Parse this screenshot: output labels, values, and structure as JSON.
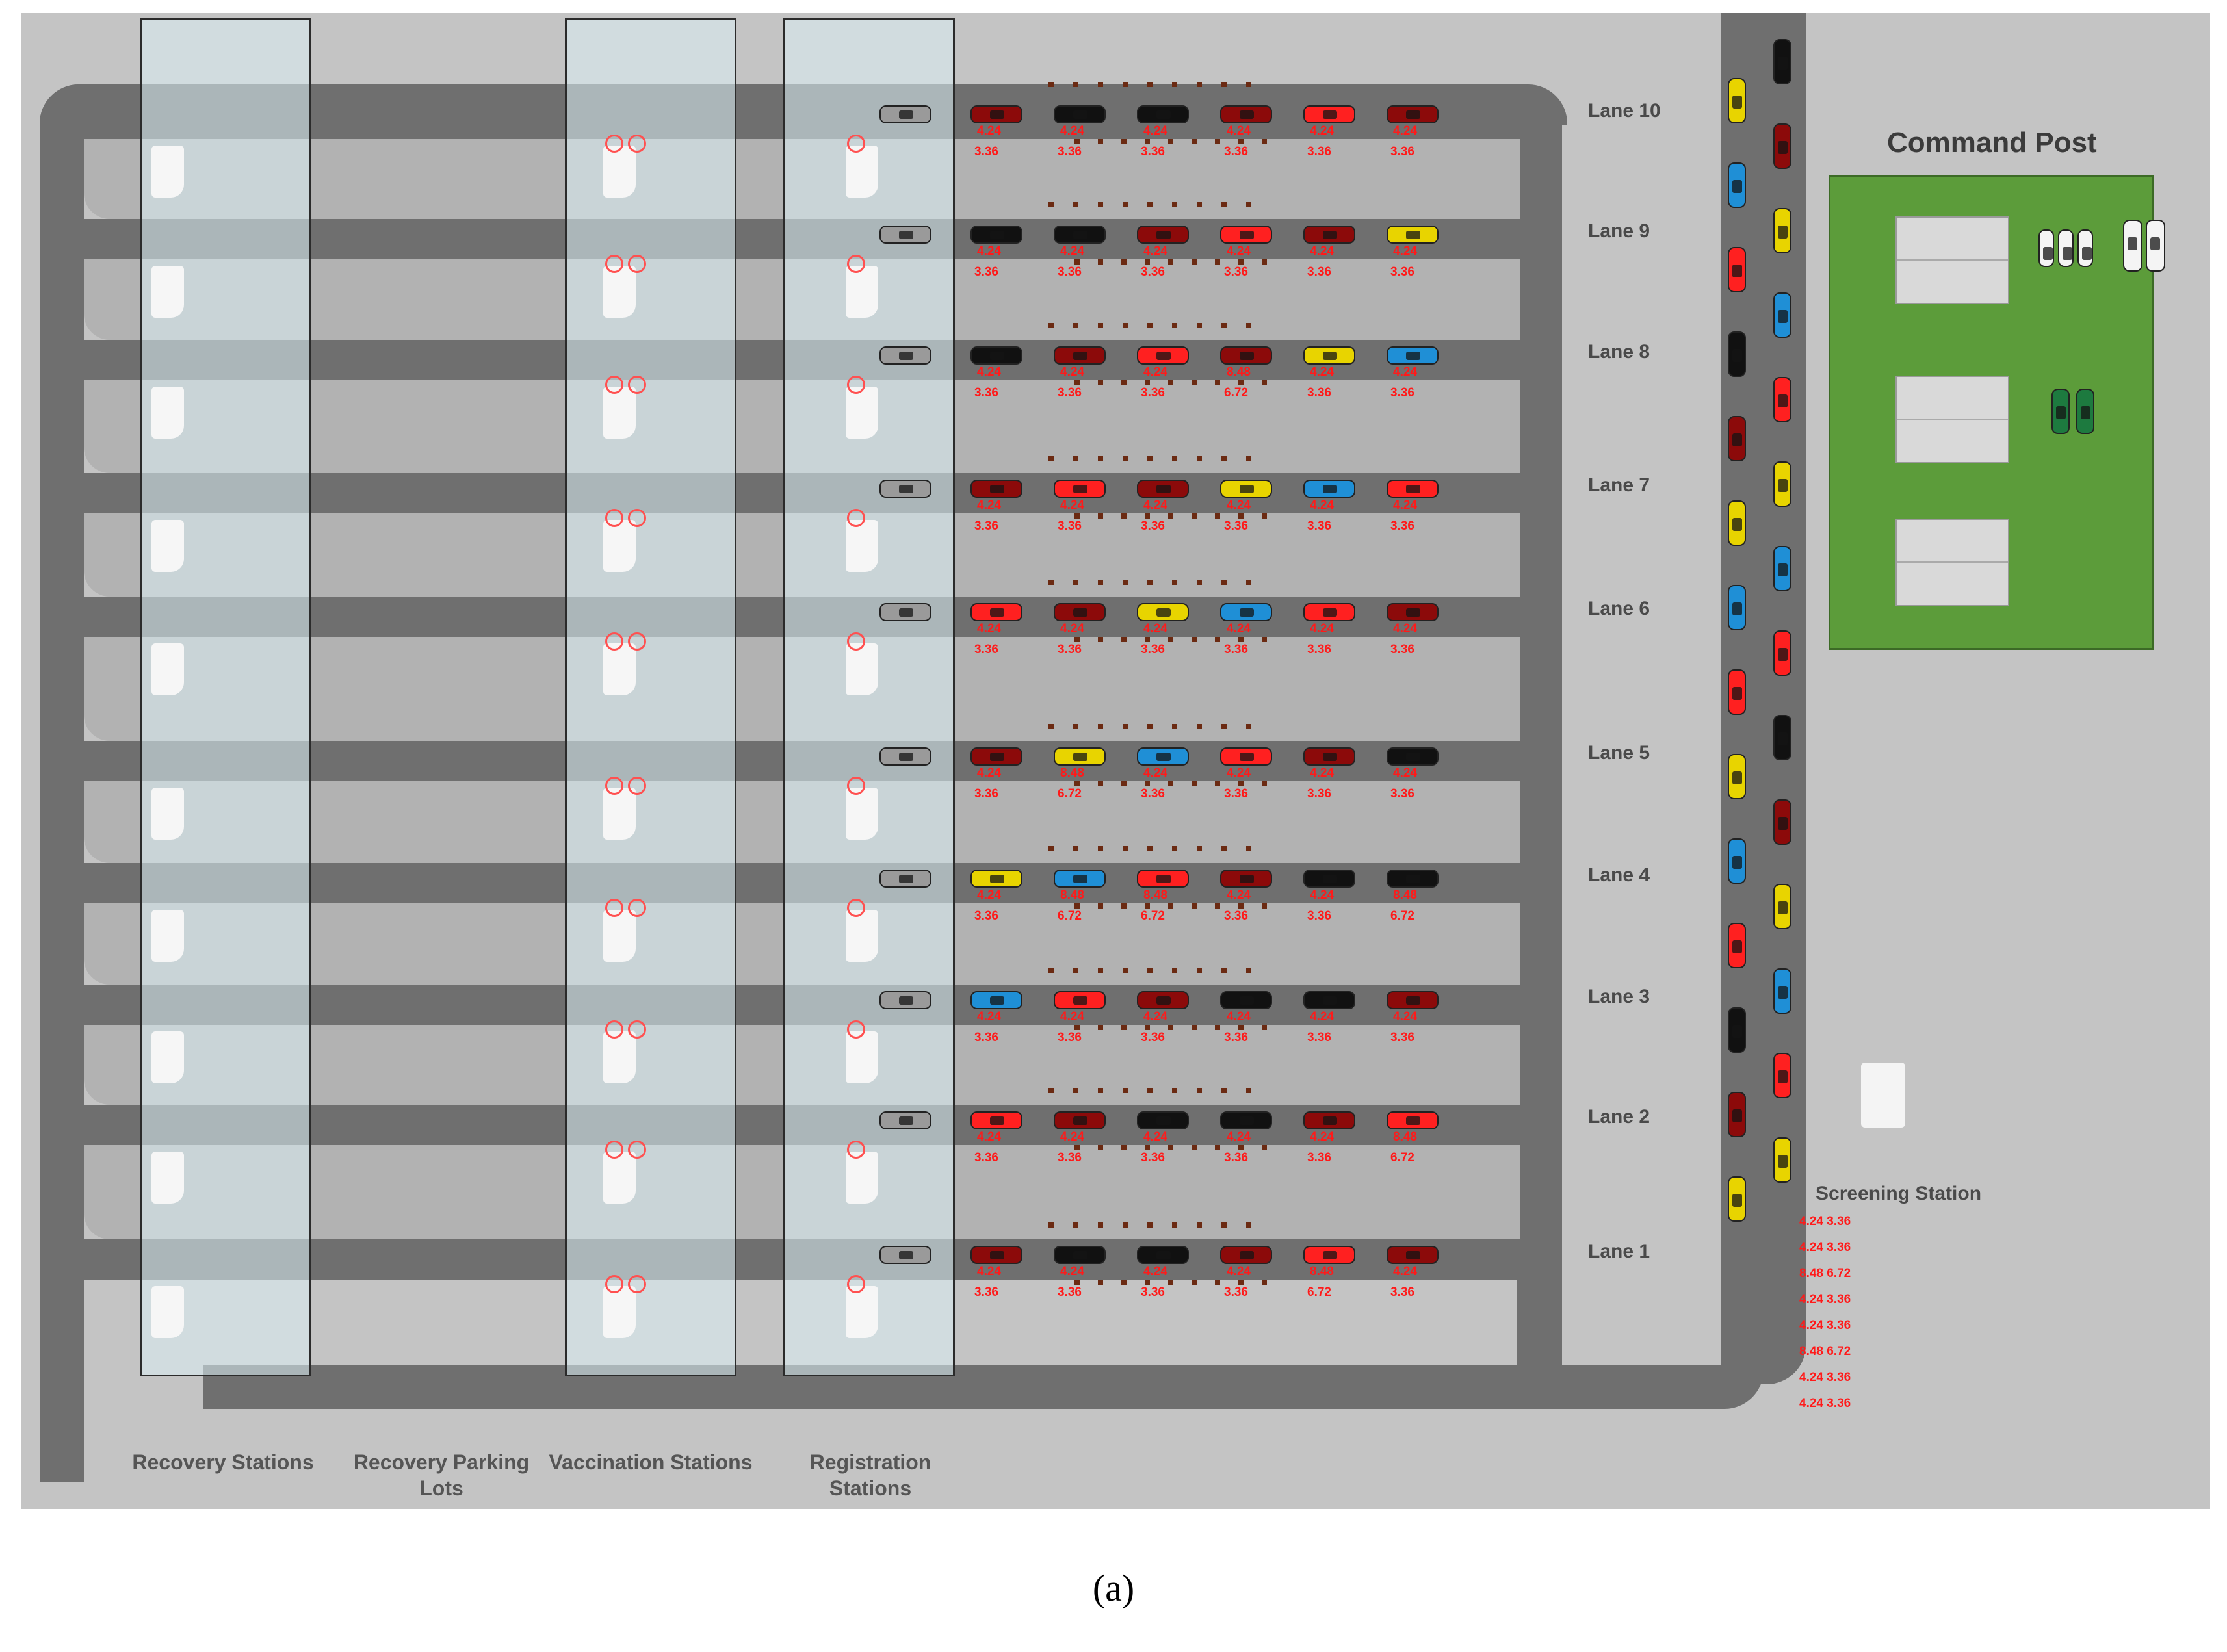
{
  "title": "Command Post",
  "caption": "(a)",
  "lanes": [
    "Lane 10",
    "Lane 9",
    "Lane 8",
    "Lane 7",
    "Lane 6",
    "Lane 5",
    "Lane 4",
    "Lane 3",
    "Lane 2",
    "Lane 1"
  ],
  "stations": {
    "recovery": "Recovery Stations",
    "parking": "Recovery Parking Lots",
    "vaccination": "Vaccination Stations",
    "registration": "Registration Stations",
    "screening": "Screening Station"
  },
  "colors": {
    "ground": "#c4c4c4",
    "road": "#6f6f6f",
    "grass": "#5c9c3a",
    "label_red": "#ff1a1a"
  },
  "vehicle_colors": [
    "darkred",
    "black",
    "black",
    "darkred",
    "red",
    "darkred",
    "yellow",
    "blue",
    "red"
  ],
  "lane_vehicles": [
    {
      "lane": "Lane 10",
      "tags": [
        [
          "4.24",
          "3.36"
        ],
        [
          "4.24",
          "3.36"
        ],
        [
          "4.24",
          "3.36"
        ],
        [
          "4.24",
          "3.36"
        ],
        [
          "4.24",
          "3.36"
        ],
        [
          "4.24",
          "3.36"
        ]
      ]
    },
    {
      "lane": "Lane 9",
      "tags": [
        [
          "4.24",
          "3.36"
        ],
        [
          "4.24",
          "3.36"
        ],
        [
          "4.24",
          "3.36"
        ],
        [
          "4.24",
          "3.36"
        ],
        [
          "4.24",
          "3.36"
        ],
        [
          "4.24",
          "3.36"
        ]
      ]
    },
    {
      "lane": "Lane 8",
      "tags": [
        [
          "4.24",
          "3.36"
        ],
        [
          "4.24",
          "3.36"
        ],
        [
          "4.24",
          "3.36"
        ],
        [
          "8.48",
          "6.72"
        ],
        [
          "4.24",
          "3.36"
        ],
        [
          "4.24",
          "3.36"
        ]
      ]
    },
    {
      "lane": "Lane 7",
      "tags": [
        [
          "4.24",
          "3.36"
        ],
        [
          "4.24",
          "3.36"
        ],
        [
          "4.24",
          "3.36"
        ],
        [
          "4.24",
          "3.36"
        ],
        [
          "4.24",
          "3.36"
        ],
        [
          "4.24",
          "3.36"
        ]
      ]
    },
    {
      "lane": "Lane 6",
      "tags": [
        [
          "4.24",
          "3.36"
        ],
        [
          "4.24",
          "3.36"
        ],
        [
          "4.24",
          "3.36"
        ],
        [
          "4.24",
          "3.36"
        ],
        [
          "4.24",
          "3.36"
        ],
        [
          "4.24",
          "3.36"
        ]
      ]
    },
    {
      "lane": "Lane 5",
      "tags": [
        [
          "4.24",
          "3.36"
        ],
        [
          "8.48",
          "6.72"
        ],
        [
          "4.24",
          "3.36"
        ],
        [
          "4.24",
          "3.36"
        ],
        [
          "4.24",
          "3.36"
        ],
        [
          "4.24",
          "3.36"
        ]
      ]
    },
    {
      "lane": "Lane 4",
      "tags": [
        [
          "4.24",
          "3.36"
        ],
        [
          "8.48",
          "6.72"
        ],
        [
          "8.48",
          "6.72"
        ],
        [
          "4.24",
          "3.36"
        ],
        [
          "4.24",
          "3.36"
        ],
        [
          "8.48",
          "6.72"
        ]
      ]
    },
    {
      "lane": "Lane 3",
      "tags": [
        [
          "4.24",
          "3.36"
        ],
        [
          "4.24",
          "3.36"
        ],
        [
          "4.24",
          "3.36"
        ],
        [
          "4.24",
          "3.36"
        ],
        [
          "4.24",
          "3.36"
        ],
        [
          "4.24",
          "3.36"
        ]
      ]
    },
    {
      "lane": "Lane 2",
      "tags": [
        [
          "4.24",
          "3.36"
        ],
        [
          "4.24",
          "3.36"
        ],
        [
          "4.24",
          "3.36"
        ],
        [
          "4.24",
          "3.36"
        ],
        [
          "4.24",
          "3.36"
        ],
        [
          "8.48",
          "6.72"
        ]
      ]
    },
    {
      "lane": "Lane 1",
      "tags": [
        [
          "4.24",
          "3.36"
        ],
        [
          "4.24",
          "3.36"
        ],
        [
          "4.24",
          "3.36"
        ],
        [
          "4.24",
          "3.36"
        ],
        [
          "8.48",
          "6.72"
        ],
        [
          "4.24",
          "3.36"
        ]
      ]
    }
  ],
  "queue_tags": [
    [
      "4.24",
      "3.36"
    ],
    [
      "4.24",
      "3.36"
    ],
    [
      "8.48",
      "6.72"
    ],
    [
      "4.24",
      "3.36"
    ],
    [
      "4.24",
      "3.36"
    ],
    [
      "8.48",
      "6.72"
    ],
    [
      "4.24",
      "3.36"
    ],
    [
      "4.24",
      "3.36"
    ]
  ]
}
